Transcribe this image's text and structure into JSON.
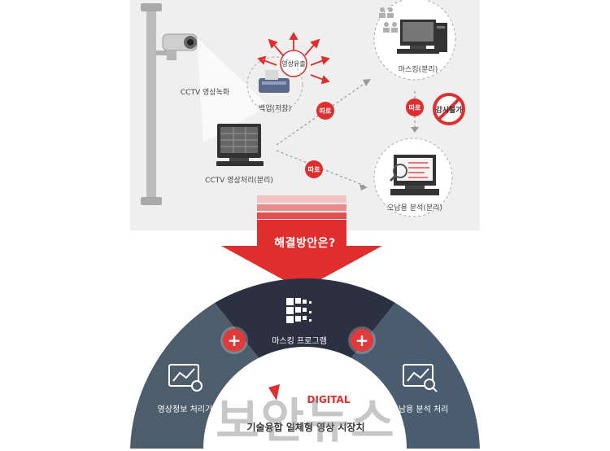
{
  "top": {
    "cctv_record_label": "CCTV 영상녹화",
    "leak_label": "영상유출",
    "backup_label": "백업(저장)",
    "cctv_process_label": "CCTV 영상처리(분리)",
    "masking_label": "마스킹(분리)",
    "surveil_label": "감시불가",
    "misuse_label": "오남용 분석(분리)",
    "separate_badge": "따로"
  },
  "solution_label": "해결방안은?",
  "segments": {
    "left_label": "영상정보 처리기기",
    "center_label": "마스킹 프로그램",
    "right_label": "오남용 분석 처리"
  },
  "plus_symbol": "+",
  "brand": {
    "name_fragment": "DIGITAL",
    "tagline": "기술융합 일체형 영상 시장치"
  },
  "watermark": "보안뉴스",
  "colors": {
    "accent": "#e02d2d",
    "arch_left": "#4d5d6c",
    "arch_center": "#2b3140",
    "arch_right": "#4a5c70",
    "top_bg": "#efefef"
  },
  "icons": {
    "camera": "cctv-camera-icon",
    "monitor": "monitor-icon",
    "tower": "computer-tower-icon",
    "magnifier": "magnifier-icon",
    "no_sign": "prohibited-icon",
    "pixel": "pixel-mosaic-icon",
    "chart_gear": "chart-settings-icon",
    "chart_search": "chart-search-icon"
  }
}
